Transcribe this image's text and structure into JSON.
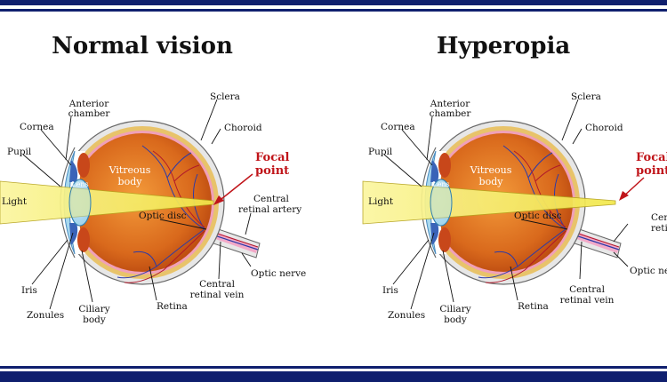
{
  "panels": [
    {
      "title": "Normal vision",
      "labels": {
        "anterior_chamber_1": "Anterior",
        "anterior_chamber_2": "chamber",
        "sclera": "Sclera",
        "cornea": "Cornea",
        "choroid": "Choroid",
        "pupil": "Pupil",
        "vitreous_1": "Vitreous",
        "vitreous_2": "body",
        "focal_1": "Focal",
        "focal_2": "point",
        "light": "Light",
        "lens": "Lens",
        "central_artery_1": "Central",
        "central_artery_2": "retinal artery",
        "optic_disc": "Optic disc",
        "optic_nerve": "Optic nerve",
        "iris": "Iris",
        "zonules": "Zonules",
        "ciliary_1": "Ciliary",
        "ciliary_2": "body",
        "retina": "Retina",
        "central_vein_1": "Central",
        "central_vein_2": "retinal vein"
      }
    },
    {
      "title": "Hyperopia",
      "labels": {
        "anterior_chamber_1": "Anterior",
        "anterior_chamber_2": "chamber",
        "sclera": "Sclera",
        "cornea": "Cornea",
        "choroid": "Choroid",
        "pupil": "Pupil",
        "vitreous_1": "Vitreous",
        "vitreous_2": "body",
        "focal_1": "Focal",
        "focal_2": "point",
        "light": "Light",
        "lens": "Lens",
        "central_artery_1": "Central",
        "central_artery_2": "retinal artery",
        "optic_disc": "Optic disc",
        "optic_nerve": "Optic nerve",
        "iris": "Iris",
        "zonules": "Zonules",
        "ciliary_1": "Ciliary",
        "ciliary_2": "body",
        "retina": "Retina",
        "central_vein_1": "Central",
        "central_vein_2": "retinal vein"
      }
    }
  ],
  "colors": {
    "frame_navy": "#0f1f6e",
    "focal_red": "#c0151a",
    "light_beam": "#f7f28a",
    "vitreous": "#d9691c",
    "sclera": "#e7e7e7",
    "choroid": "#e8c36a",
    "cornea_blue": "#a8d8ee",
    "vessel": "#2b3aa8"
  }
}
